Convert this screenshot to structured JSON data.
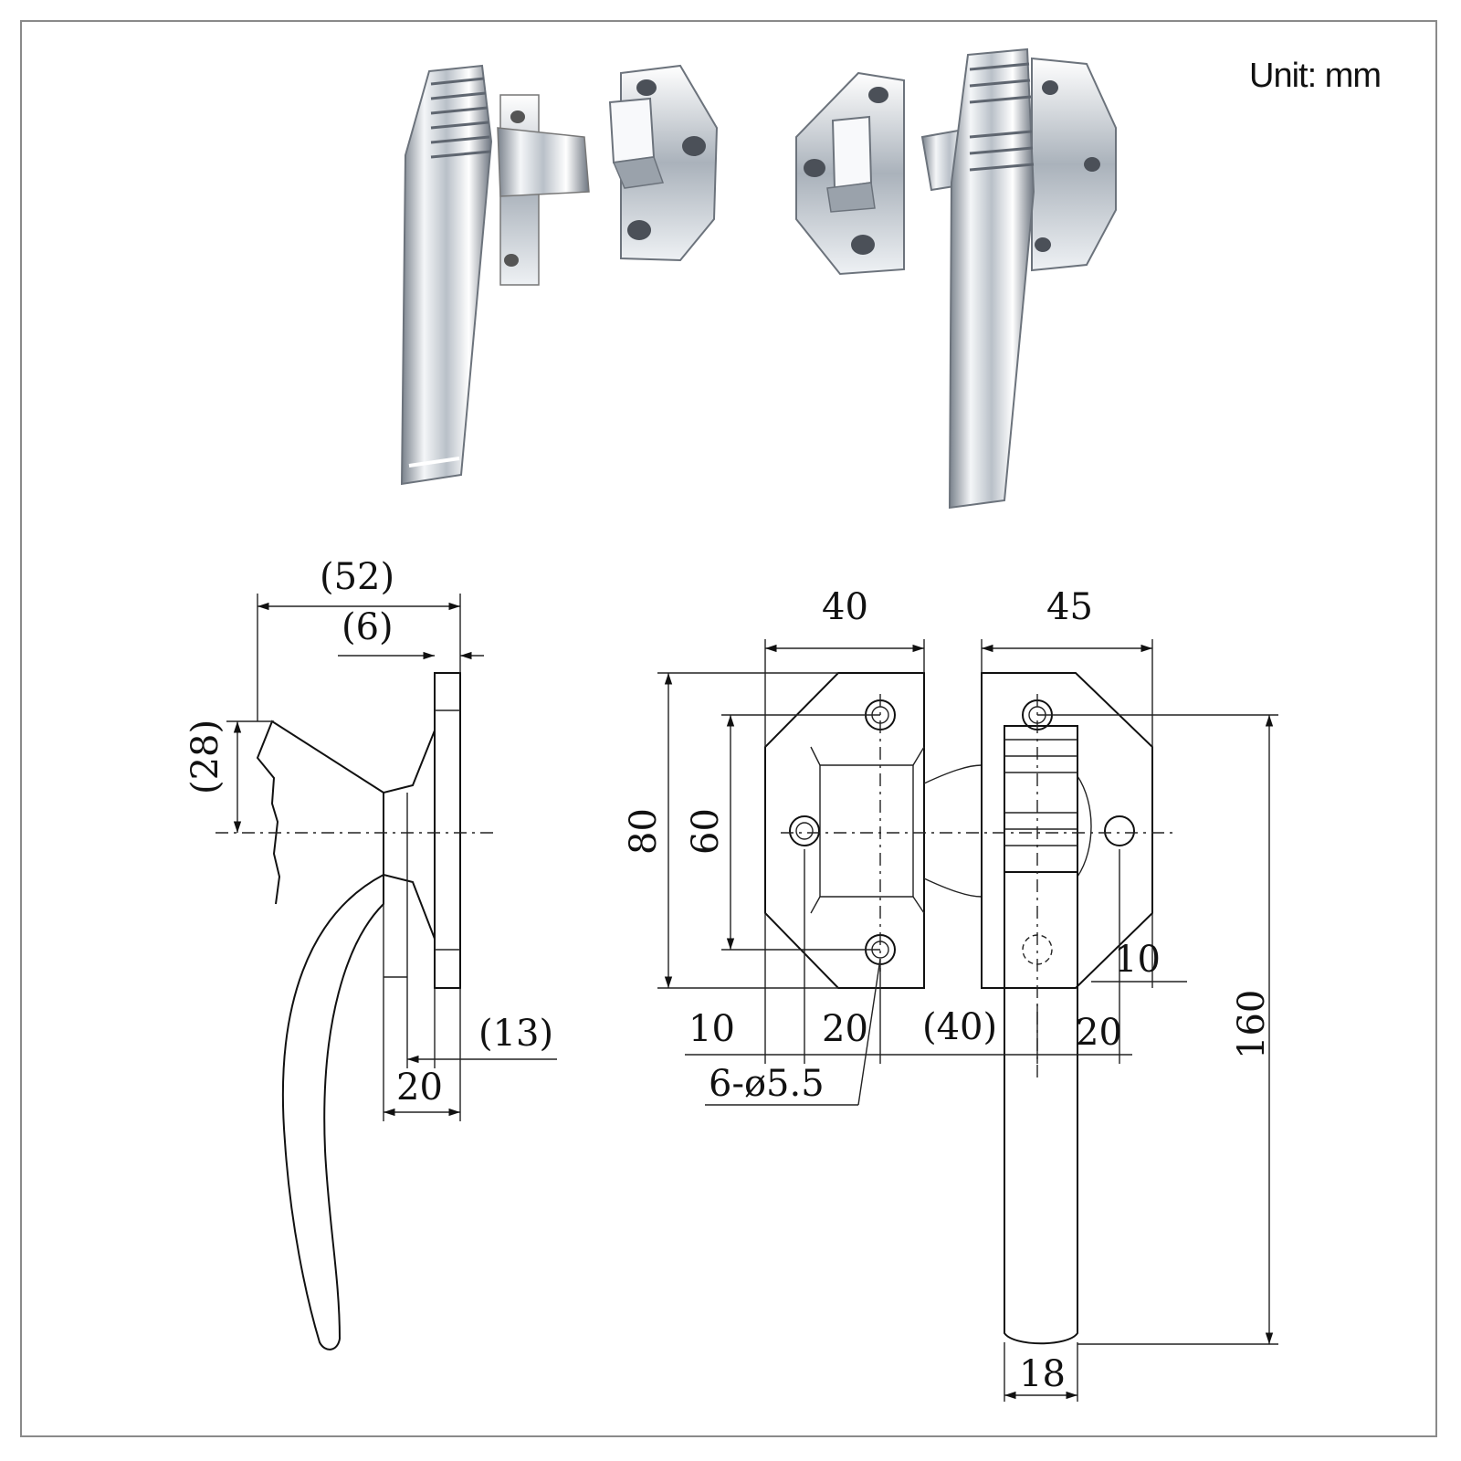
{
  "header": {
    "unit_label": "Unit: mm"
  },
  "side_view": {
    "dim_overall_width": "(52)",
    "dim_plate_thickness": "(6)",
    "dim_head_offset": "(28)",
    "dim_offset_13": "(13)",
    "dim_base_width": "20"
  },
  "front_view": {
    "dim_keeper_width": "40",
    "dim_handle_width": "45",
    "dim_outer_height": "80",
    "dim_hole_spacing": "60",
    "dim_left_10": "10",
    "dim_left_20": "20",
    "dim_gap": "(40)",
    "dim_right_20": "20",
    "dim_right_10": "10",
    "dim_length": "160",
    "dim_grip_width": "18",
    "hole_callout": "6-ø5.5"
  },
  "colors": {
    "line": "#111111",
    "frame": "#8a8a8a",
    "chrome_light": "#f4f6f8",
    "chrome_dark": "#6d7580"
  }
}
